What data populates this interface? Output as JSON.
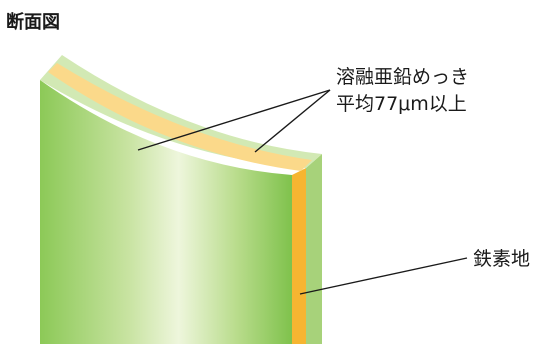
{
  "diagram": {
    "title": "断面図",
    "coating_label_line1": "溶融亜鉛めっき",
    "coating_label_line2": "平均77μm以上",
    "base_label": "鉄素地"
  },
  "colors": {
    "steel_dark": "#7cc24a",
    "steel_light": "#eef6dc",
    "zinc_layer": "#fbd98a",
    "top_outer": "#cfe8b0",
    "edge_orange": "#f6b531",
    "edge_green": "#a7d27a",
    "leader_line": "#1a1a1a"
  }
}
